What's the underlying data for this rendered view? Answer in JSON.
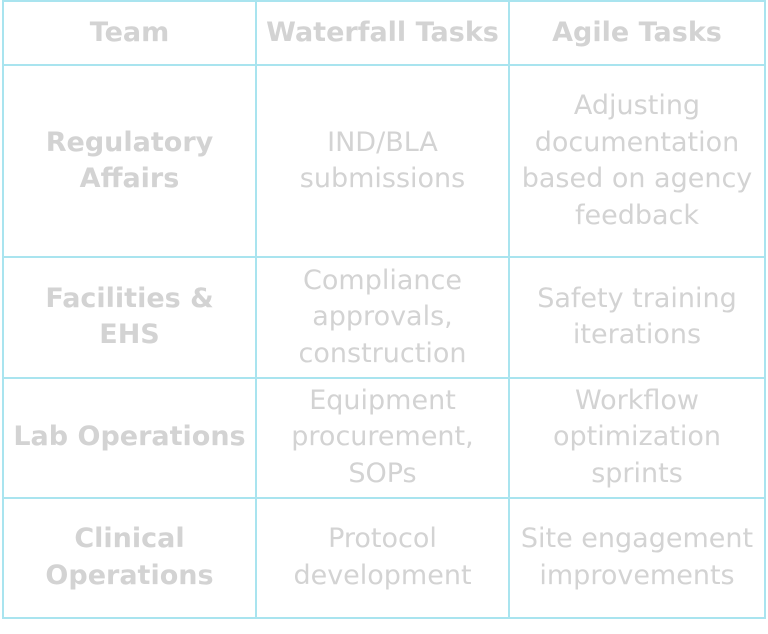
{
  "table": {
    "headers": [
      "Team",
      "Waterfall Tasks",
      "Agile Tasks"
    ],
    "rows": [
      {
        "team": "Regulatory Affairs",
        "waterfall": "IND/BLA submissions",
        "agile": "Adjusting documentation based on agency feedback"
      },
      {
        "team": "Facilities & EHS",
        "waterfall": "Compliance approvals, construction",
        "agile": "Safety training iterations"
      },
      {
        "team": "Lab Operations",
        "waterfall": "Equipment procurement, SOPs",
        "agile": "Workflow optimization sprints"
      },
      {
        "team": "Clinical Operations",
        "waterfall": "Protocol development",
        "agile": "Site engagement improvements"
      }
    ]
  },
  "colors": {
    "border": "#a9e4ef",
    "text": "#d3d3d3"
  }
}
